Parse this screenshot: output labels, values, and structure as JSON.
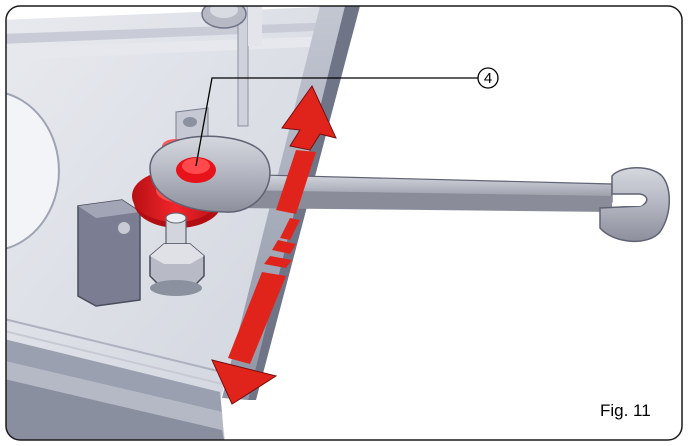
{
  "callout": {
    "number": "4"
  },
  "figure": {
    "label": "Fig. 11"
  },
  "colors": {
    "frame": "#1a1a1a",
    "panel": "#dcdfe6",
    "panel_edge": "#9ea4b3",
    "arrow_red": "#e0241c",
    "part_red": "#e8121a",
    "wrench": "#b7b9c4",
    "bracket": "#7b7e92"
  },
  "icons": [
    "double-headed-arrow",
    "open-end-wrench",
    "hex-nut",
    "callout-circle"
  ]
}
